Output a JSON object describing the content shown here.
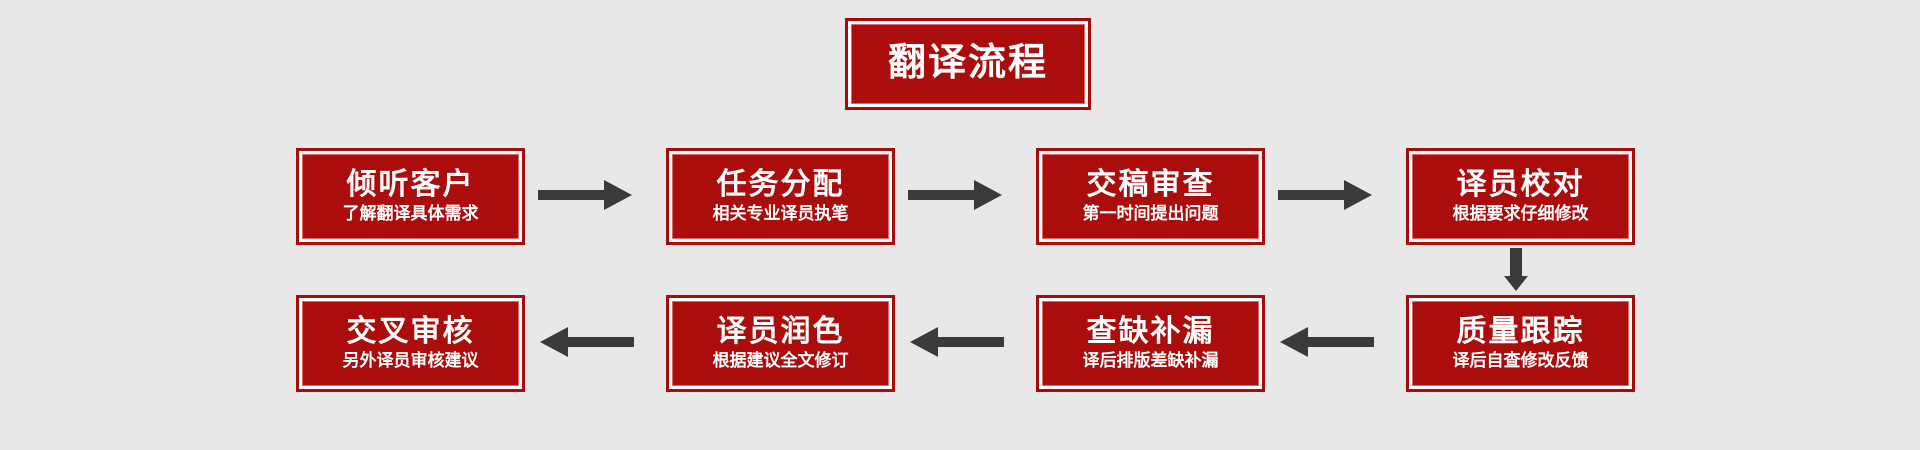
{
  "diagram": {
    "title": "翻译流程",
    "background_color": "#e8e8e8",
    "box_fill_color": "#ab0d0d",
    "box_border_color": "#a60c0c",
    "text_color": "#ffffff",
    "arrow_color": "#3a3a3a",
    "nodes": [
      {
        "id": "step1",
        "title": "倾听客户",
        "subtitle": "了解翻译具体需求"
      },
      {
        "id": "step2",
        "title": "任务分配",
        "subtitle": "相关专业译员执笔"
      },
      {
        "id": "step3",
        "title": "交稿审查",
        "subtitle": "第一时间提出问题"
      },
      {
        "id": "step4",
        "title": "译员校对",
        "subtitle": "根据要求仔细修改"
      },
      {
        "id": "step5",
        "title": "质量跟踪",
        "subtitle": "译后自查修改反馈"
      },
      {
        "id": "step6",
        "title": "查缺补漏",
        "subtitle": "译后排版差缺补漏"
      },
      {
        "id": "step7",
        "title": "译员润色",
        "subtitle": "根据建议全文修订"
      },
      {
        "id": "step8",
        "title": "交叉审核",
        "subtitle": "另外译员审核建议"
      }
    ],
    "connectors": [
      {
        "id": "c1",
        "from": "step1",
        "to": "step2",
        "direction": "right"
      },
      {
        "id": "c2",
        "from": "step2",
        "to": "step3",
        "direction": "right"
      },
      {
        "id": "c3",
        "from": "step3",
        "to": "step4",
        "direction": "right"
      },
      {
        "id": "c4",
        "from": "step4",
        "to": "step5",
        "direction": "down"
      },
      {
        "id": "c5",
        "from": "step5",
        "to": "step6",
        "direction": "left"
      },
      {
        "id": "c6",
        "from": "step6",
        "to": "step7",
        "direction": "left"
      },
      {
        "id": "c7",
        "from": "step7",
        "to": "step8",
        "direction": "left"
      }
    ]
  }
}
